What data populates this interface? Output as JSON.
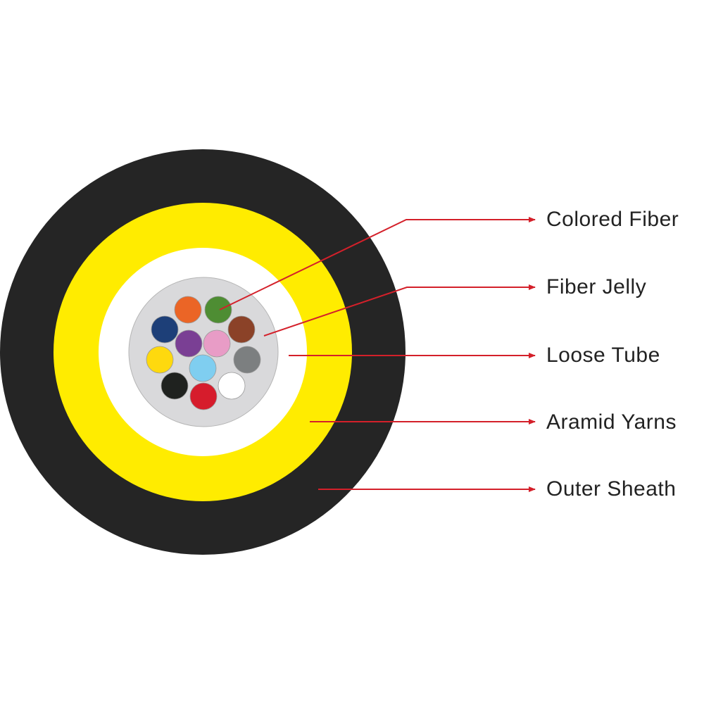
{
  "colors": {
    "sheath": "#252525",
    "aramid": "#ffec00",
    "tube_space": "#ffffff",
    "jelly": "#d9d9db",
    "leader": "#d4202a"
  },
  "fibers": [
    {
      "name": "orange",
      "color": "#eb6526"
    },
    {
      "name": "green",
      "color": "#4e8d33"
    },
    {
      "name": "blue",
      "color": "#1d3f78"
    },
    {
      "name": "brown",
      "color": "#8b4228"
    },
    {
      "name": "violet",
      "color": "#7a3f94"
    },
    {
      "name": "rose",
      "color": "#e89cc6"
    },
    {
      "name": "yellow",
      "color": "#fed90e"
    },
    {
      "name": "slate",
      "color": "#7c7f80"
    },
    {
      "name": "aqua",
      "color": "#7fcef0"
    },
    {
      "name": "black",
      "color": "#1f221f"
    },
    {
      "name": "red",
      "color": "#d61c2c"
    },
    {
      "name": "white",
      "color": "#ffffff"
    }
  ],
  "labels": [
    "Colored Fiber",
    "Fiber Jelly",
    "Loose Tube",
    "Aramid Yarns",
    "Outer Sheath"
  ]
}
